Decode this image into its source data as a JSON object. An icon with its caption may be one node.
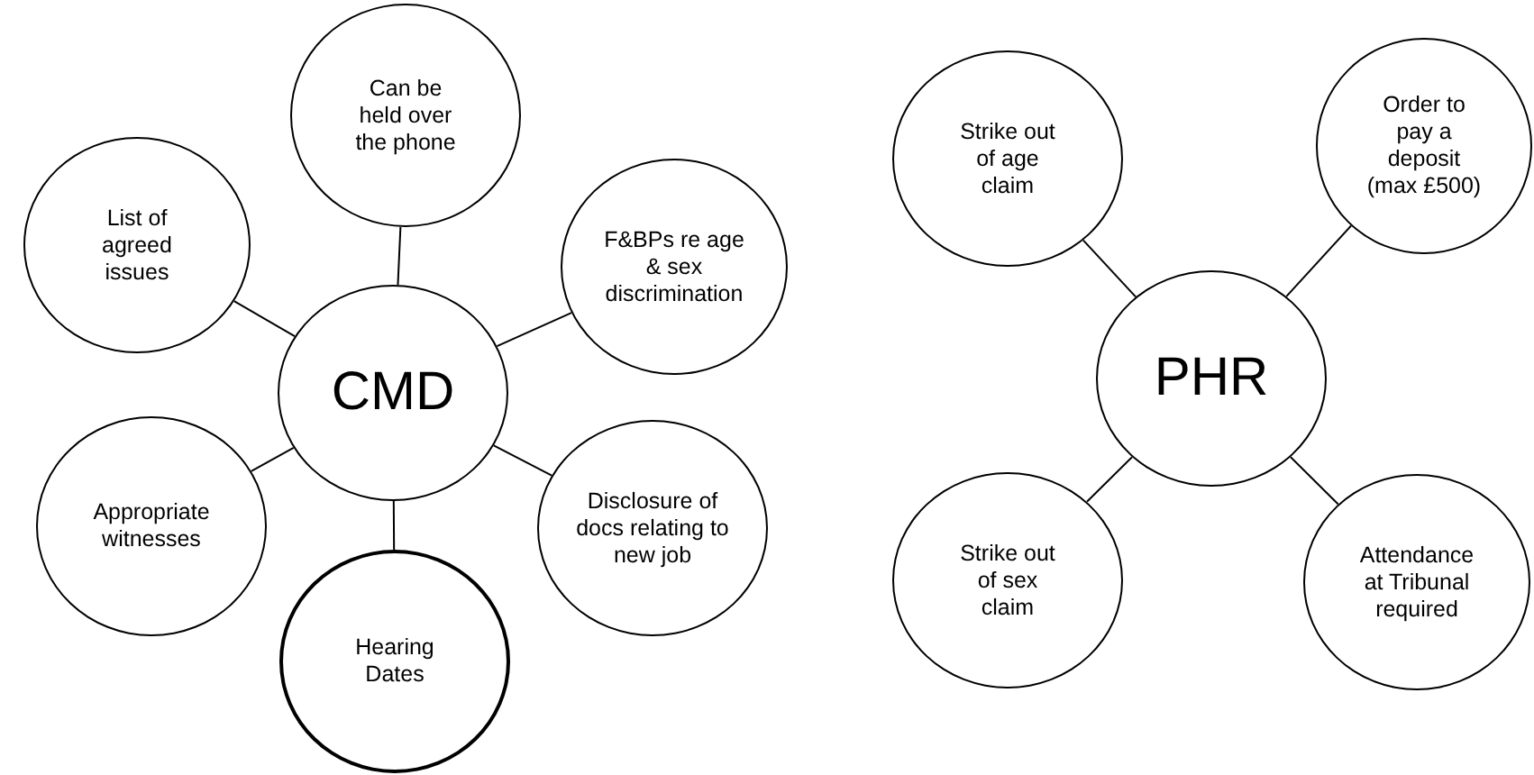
{
  "diagram": {
    "nodes": [
      {
        "text": [
          "CMD"
        ]
      },
      {
        "text": [
          "Can be held over the phone"
        ]
      },
      {
        "text": [
          "List of agreed issues"
        ]
      },
      {
        "text": [
          "F&BPs re age & sex discrimination"
        ]
      },
      {
        "text": [
          "Appropriate witnesses"
        ]
      },
      {
        "text": [
          "Disclosure of docs relating to new job"
        ]
      },
      {
        "text": [
          "Hearing Dates"
        ]
      },
      {
        "text": [
          "PHR"
        ]
      },
      {
        "text": [
          "Strike out of age claim"
        ]
      },
      {
        "text": [
          "Order to pay a deposit (max £500)"
        ]
      },
      {
        "text": [
          "Strike out of sex claim"
        ]
      },
      {
        "text": [
          "Attendance at Tribunal required"
        ]
      }
    ],
    "edges": [
      {
        "from": 0,
        "to": 1,
        "arrow": "none"
      },
      {
        "from": 0,
        "to": 2,
        "arrow": "none"
      },
      {
        "from": 0,
        "to": 3,
        "arrow": "none"
      },
      {
        "from": 0,
        "to": 4,
        "arrow": "none"
      },
      {
        "from": 0,
        "to": 5,
        "arrow": "none"
      },
      {
        "from": 0,
        "to": 6,
        "arrow": "none"
      },
      {
        "from": 7,
        "to": 8,
        "arrow": "none"
      },
      {
        "from": 7,
        "to": 9,
        "arrow": "none"
      },
      {
        "from": 7,
        "to": 10,
        "arrow": "none"
      },
      {
        "from": 7,
        "to": 11,
        "arrow": "none"
      }
    ]
  }
}
